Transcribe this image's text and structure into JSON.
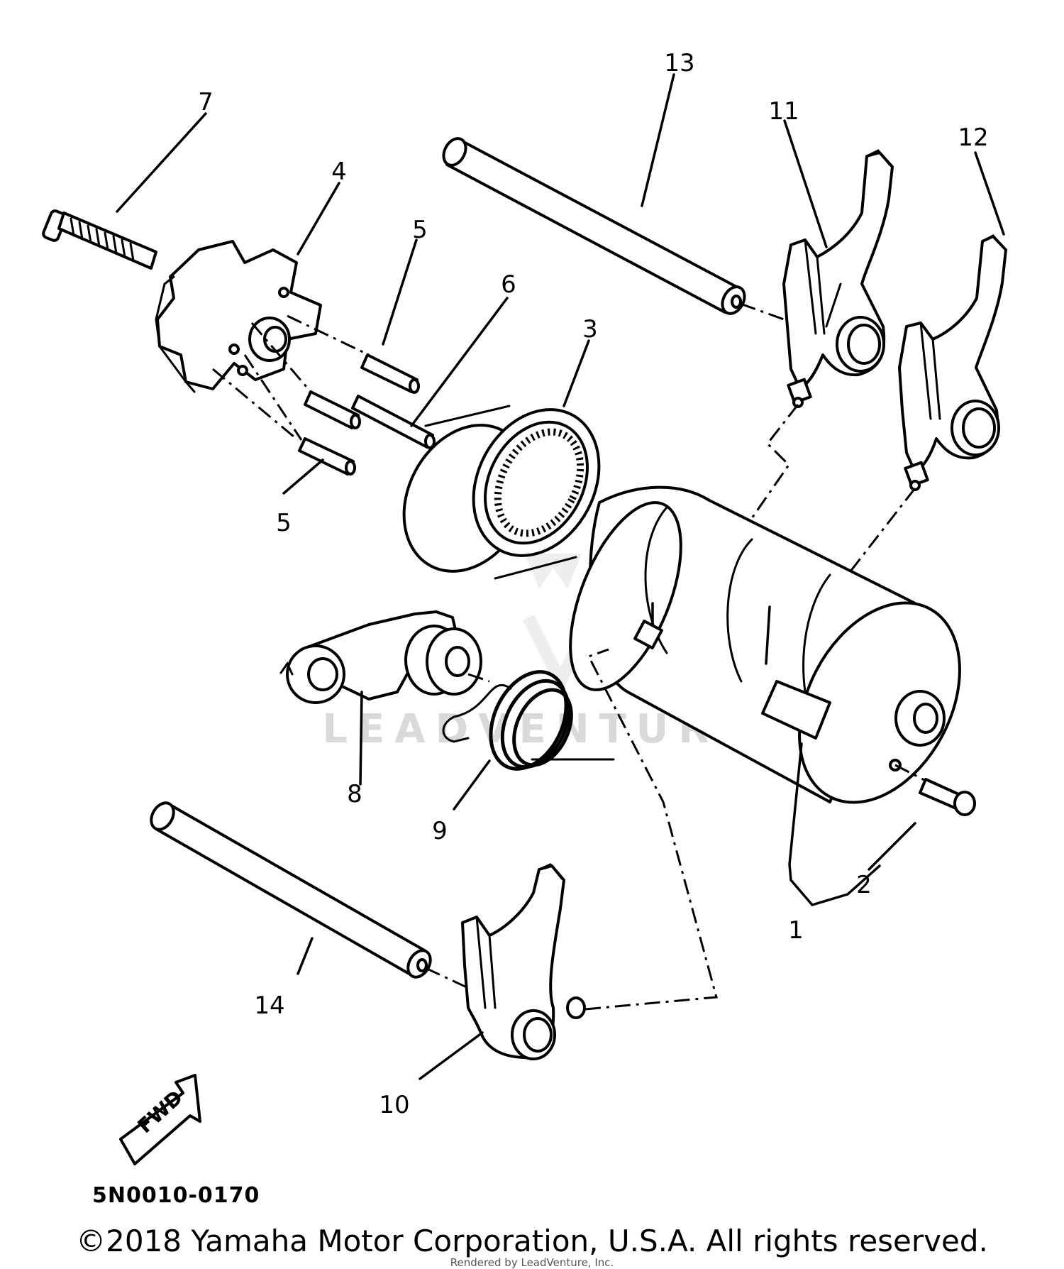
{
  "callouts": {
    "c1": "1",
    "c2": "2",
    "c3": "3",
    "c4": "4",
    "c5a": "5",
    "c5b": "5",
    "c6": "6",
    "c7": "7",
    "c8": "8",
    "c9": "9",
    "c10": "10",
    "c11": "11",
    "c12": "12",
    "c13": "13",
    "c14": "14"
  },
  "diagram_code": "5N0010-0170",
  "fwd_label": "FWD",
  "watermark": "LEADVENTURE",
  "copyright": "©2018 Yamaha Motor Corporation, U.S.A. All rights reserved.",
  "rendered_by": "Rendered by LeadVenture, Inc."
}
